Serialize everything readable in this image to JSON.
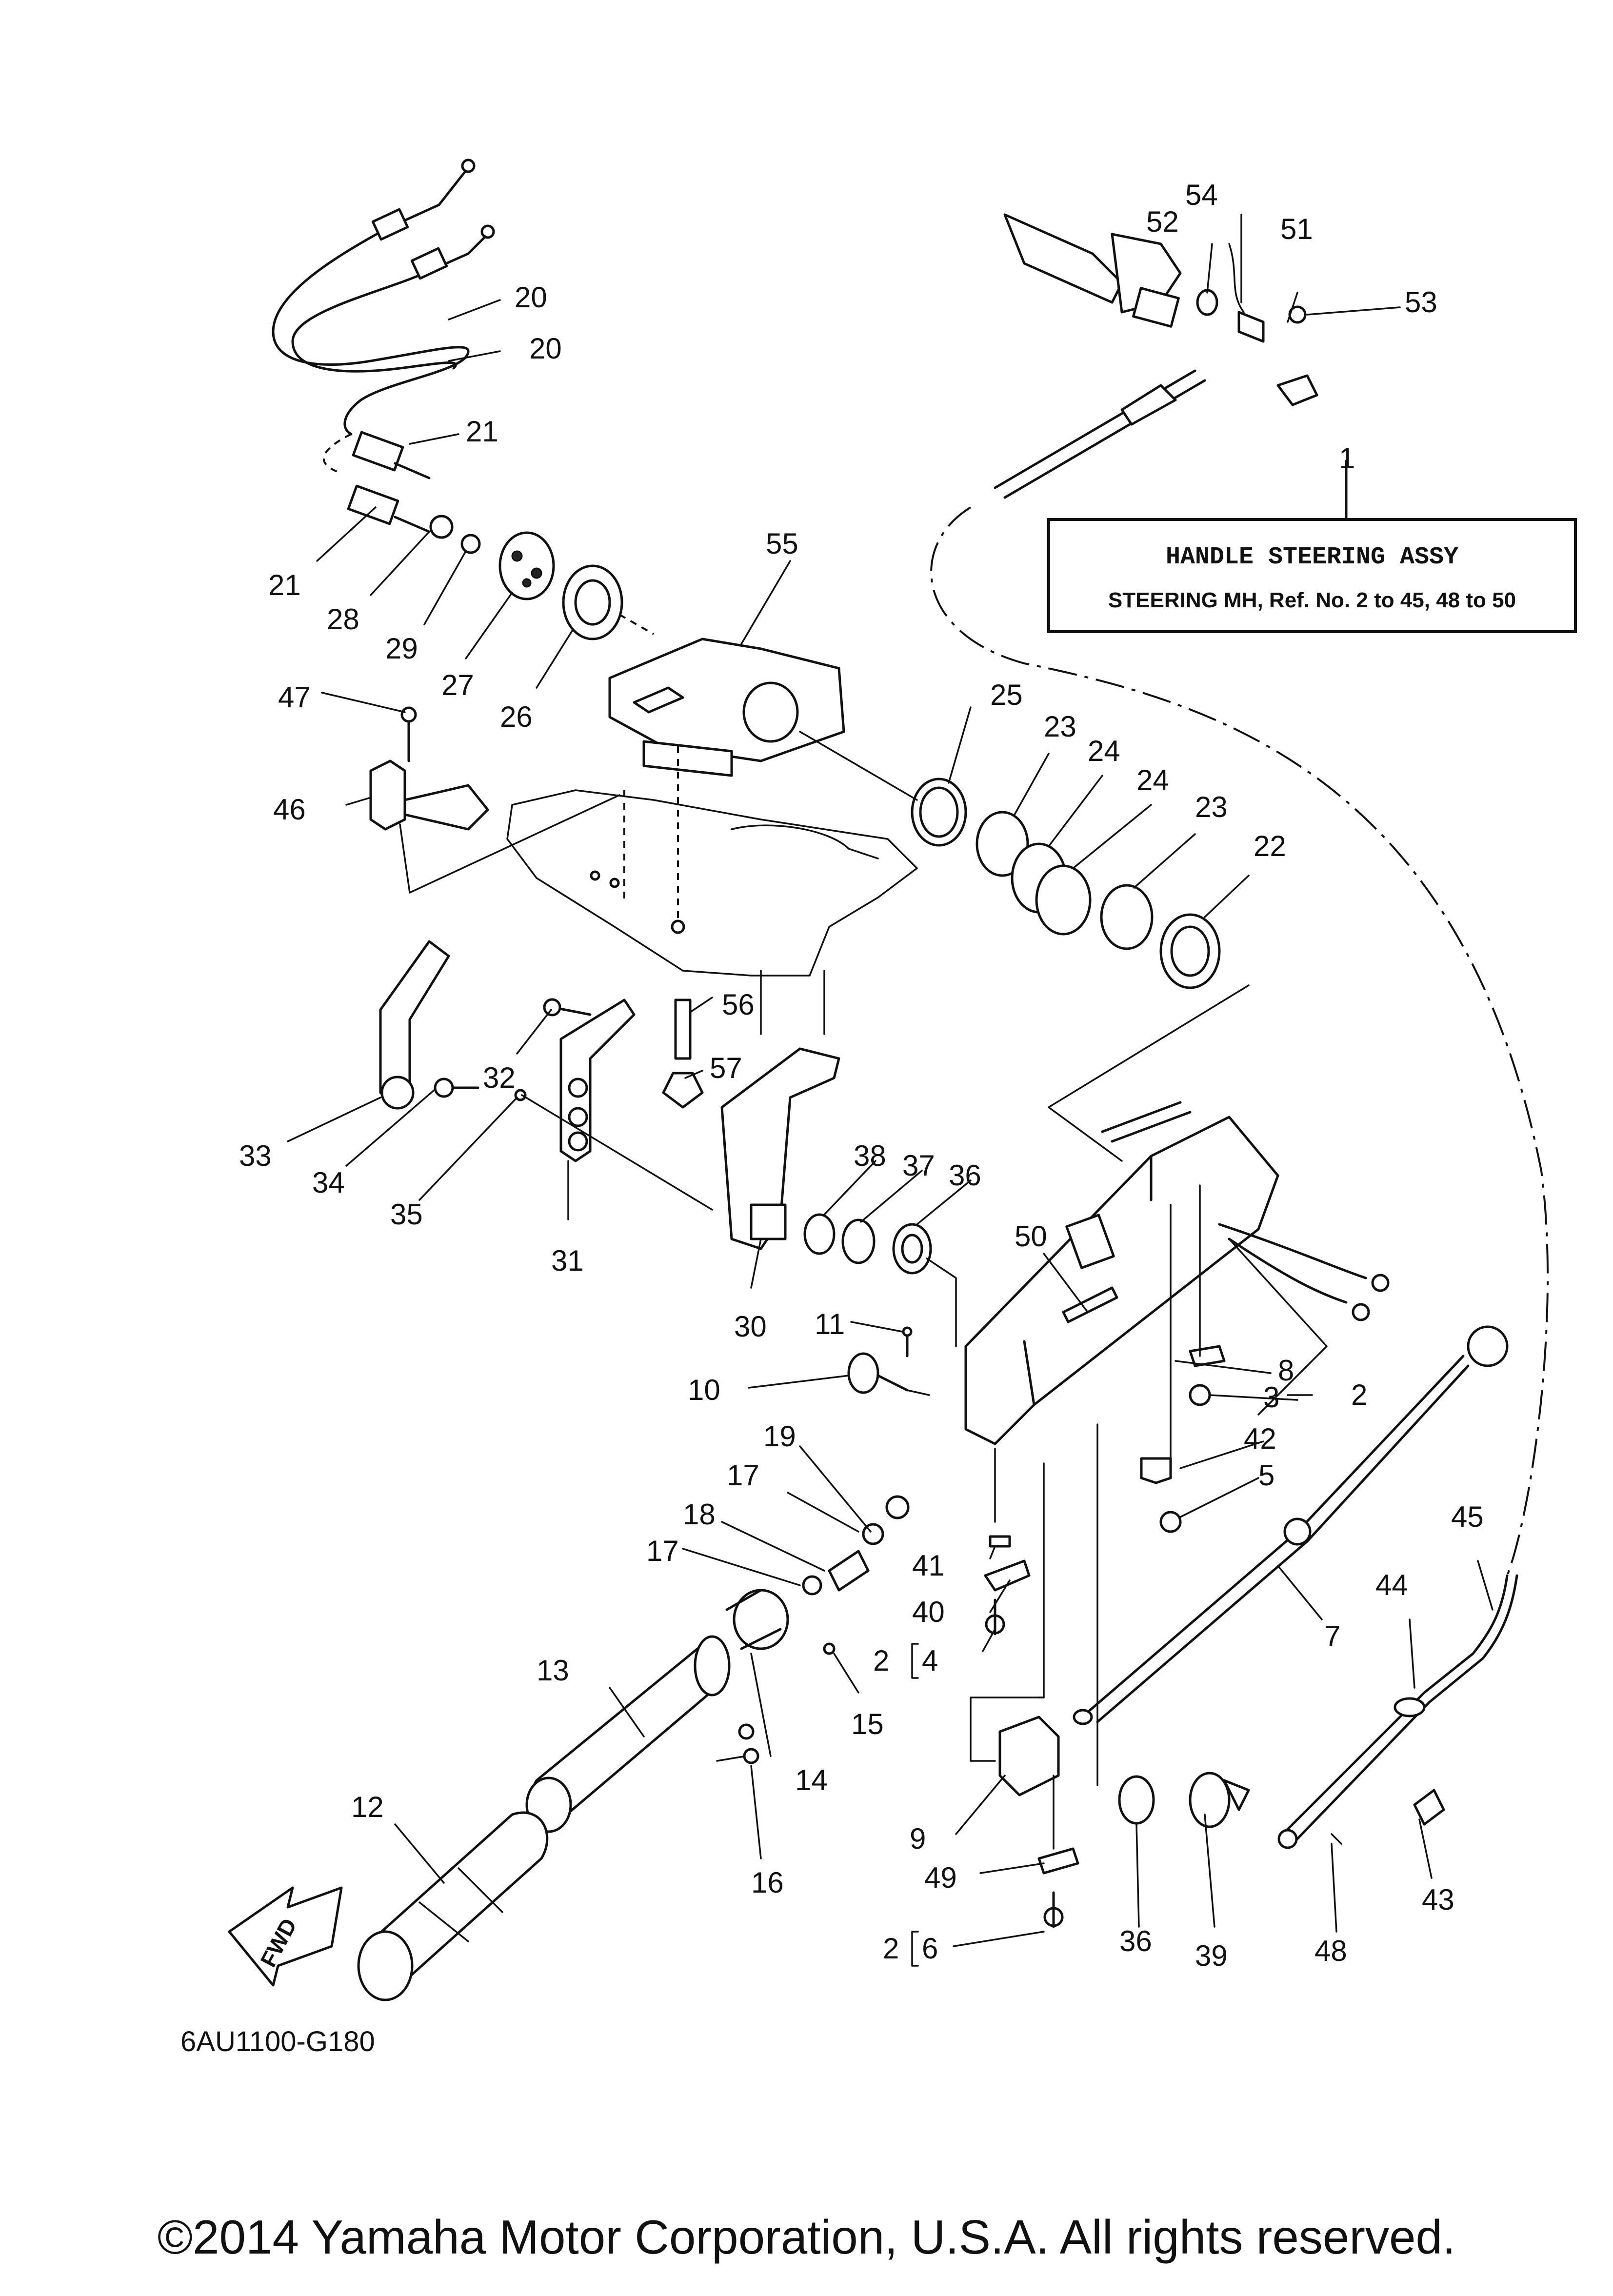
{
  "diagram": {
    "box": {
      "number": "1",
      "title": "HANDLE STEERING ASSY",
      "subtitle": "STEERING MH,  Ref. No. 2 to 45, 48 to 50"
    },
    "fwd_label": "FWD",
    "drawing_code": "6AU1100-G180",
    "callouts": {
      "c1": "1",
      "c2a": "2",
      "c2b": "2",
      "c2c": "2",
      "c3": "3",
      "c4": "4",
      "c5": "5",
      "c6": "6",
      "c7": "7",
      "c8": "8",
      "c9": "9",
      "c10": "10",
      "c11": "11",
      "c12": "12",
      "c13": "13",
      "c14": "14",
      "c15": "15",
      "c16": "16",
      "c17a": "17",
      "c17b": "17",
      "c18": "18",
      "c19": "19",
      "c20a": "20",
      "c20b": "20",
      "c21a": "21",
      "c21b": "21",
      "c22": "22",
      "c23a": "23",
      "c23b": "23",
      "c24a": "24",
      "c24b": "24",
      "c25": "25",
      "c26": "26",
      "c27": "27",
      "c28": "28",
      "c29": "29",
      "c30": "30",
      "c31": "31",
      "c32": "32",
      "c33": "33",
      "c34": "34",
      "c35": "35",
      "c36a": "36",
      "c36b": "36",
      "c37": "37",
      "c38": "38",
      "c39": "39",
      "c40": "40",
      "c41": "41",
      "c42": "42",
      "c43": "43",
      "c44": "44",
      "c45": "45",
      "c46": "46",
      "c47": "47",
      "c48": "48",
      "c49": "49",
      "c50": "50",
      "c51": "51",
      "c52": "52",
      "c53": "53",
      "c54": "54",
      "c55": "55",
      "c56": "56",
      "c57": "57"
    }
  },
  "footer": {
    "copyright": "©2014 Yamaha Motor Corporation, U.S.A. All rights reserved."
  }
}
